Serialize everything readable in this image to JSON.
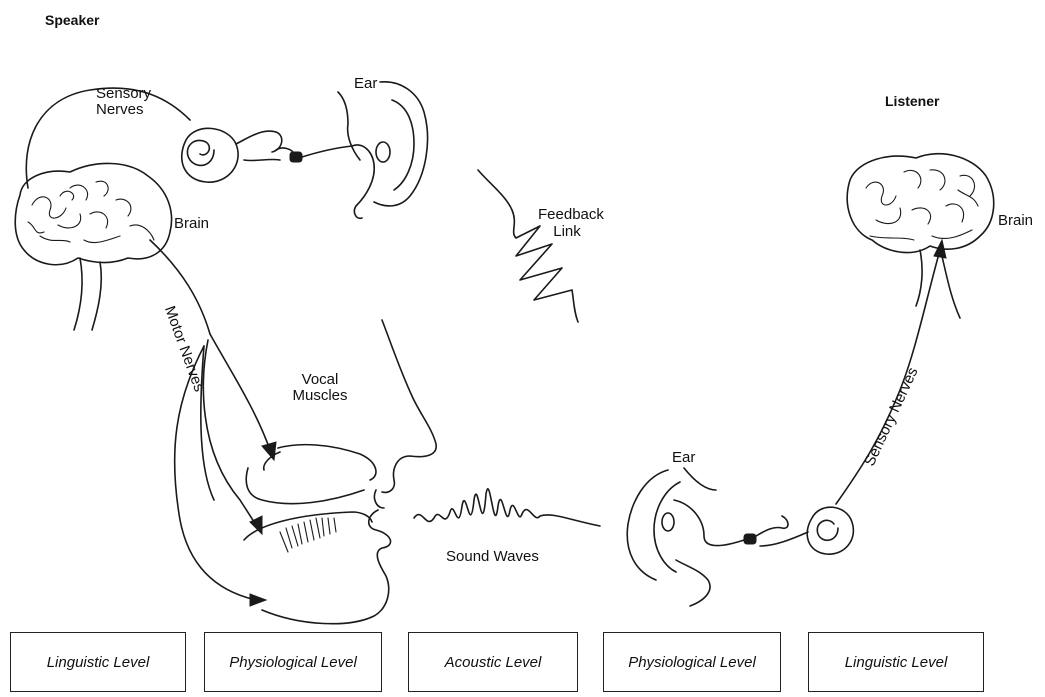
{
  "roles": {
    "speaker": "Speaker",
    "listener": "Listener"
  },
  "labels": {
    "sensory_nerves_1": "Sensory",
    "sensory_nerves_2": "Nerves",
    "ear_speaker": "Ear",
    "brain_speaker": "Brain",
    "feedback_1": "Feedback",
    "feedback_2": "Link",
    "motor_nerves": "Motor Nerves",
    "vocal_1": "Vocal",
    "vocal_2": "Muscles",
    "sound_waves": "Sound Waves",
    "ear_listener": "Ear",
    "brain_listener": "Brain",
    "sensory_nerves_listener": "Sensory Nerves"
  },
  "levels": [
    "Linguistic Level",
    "Physiological Level",
    "Acoustic Level",
    "Physiological Level",
    "Linguistic Level"
  ]
}
